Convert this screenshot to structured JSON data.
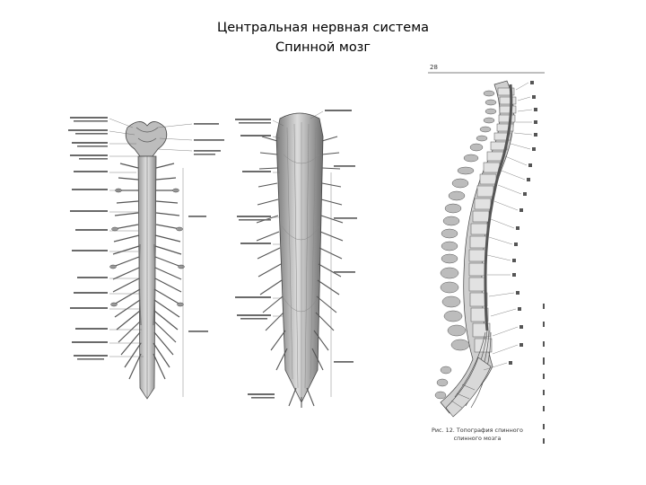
{
  "slide": {
    "title_line1": "Центральная нервная система",
    "title_line2": "Спинной мозг"
  },
  "figure_right": {
    "number": "28",
    "caption_line1": "Рис. 12. Топография спинного",
    "caption_line2": "спинного мозга"
  },
  "colors": {
    "background": "#ffffff",
    "ink": "#3a3a3a",
    "cord_shade": "#8a8a8a",
    "cord_light": "#d8d8d8",
    "vertebra": "#c8c8c8"
  }
}
